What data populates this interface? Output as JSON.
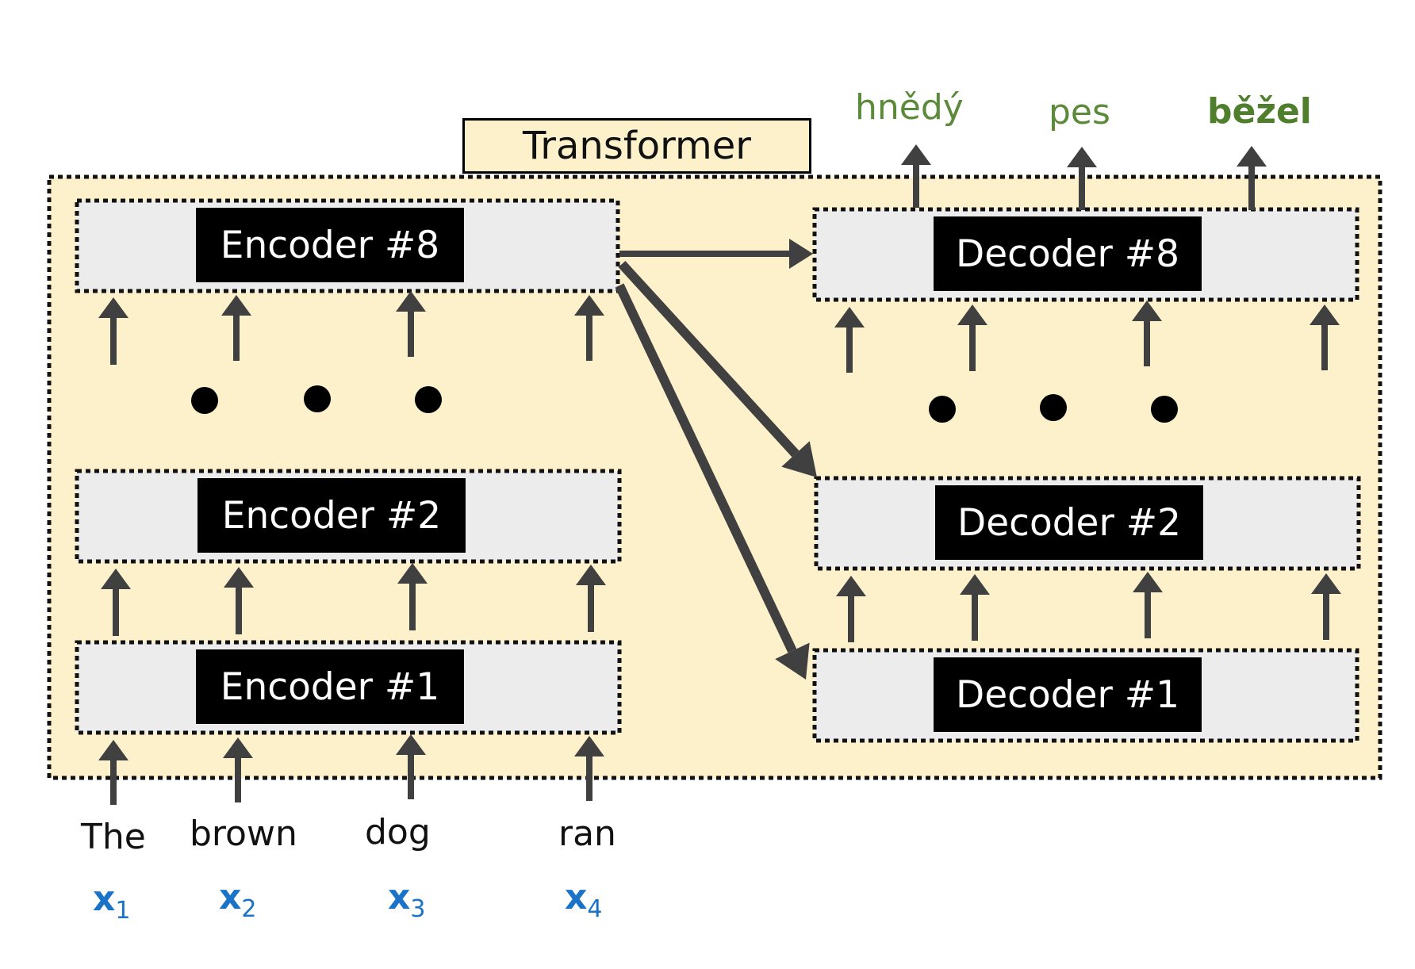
{
  "title": "Transformer",
  "encoders": [
    {
      "label": "Encoder #8"
    },
    {
      "label": "Encoder #2"
    },
    {
      "label": "Encoder #1"
    }
  ],
  "decoders": [
    {
      "label": "Decoder #8"
    },
    {
      "label": "Decoder #2"
    },
    {
      "label": "Decoder #1"
    }
  ],
  "inputs": [
    {
      "word": "The",
      "var": "x",
      "index": "1"
    },
    {
      "word": "brown",
      "var": "x",
      "index": "2"
    },
    {
      "word": "dog",
      "var": "x",
      "index": "3"
    },
    {
      "word": "ran",
      "var": "x",
      "index": "4"
    }
  ],
  "outputs": [
    {
      "word": "hnědý"
    },
    {
      "word": "pes"
    },
    {
      "word": "běžel"
    }
  ],
  "colors": {
    "container_fill": "#fdf1cc",
    "block_fill": "#ececec",
    "label_fill": "#000000",
    "arrow": "#404040",
    "input_var": "#1a73c7",
    "output_word": "#5a8a3a",
    "output_word_strong": "#4f7f2c"
  }
}
